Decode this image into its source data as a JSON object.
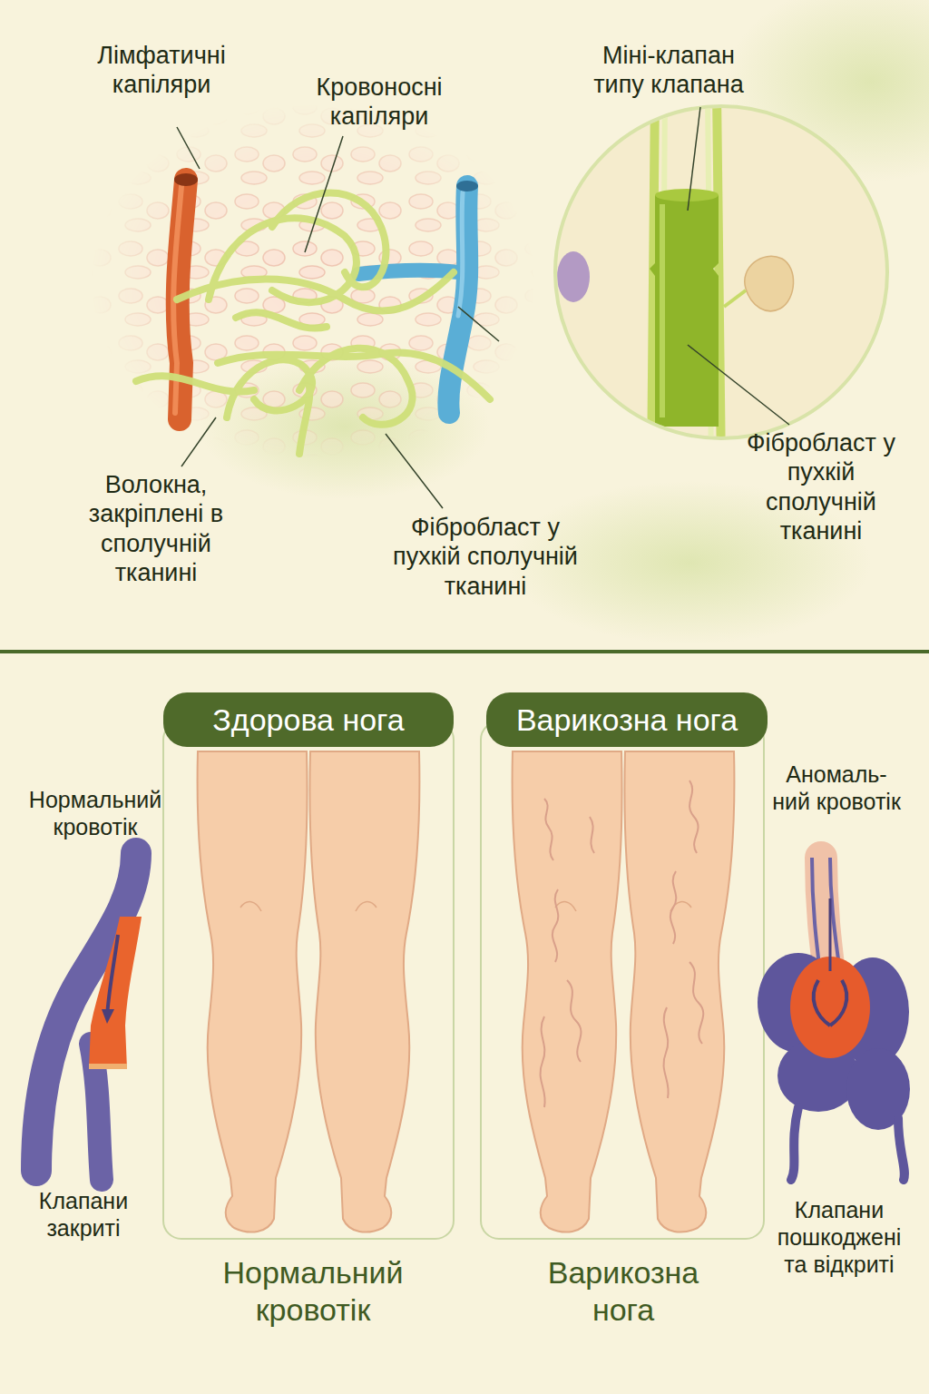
{
  "diagram": {
    "nodes": [
      {
        "text": [
          "Здорова нога"
        ]
      },
      {
        "text": [
          "Варикозна нога"
        ]
      }
    ],
    "labels": [
      "Лімфатичні капіляри",
      "Кровоносні капіляри",
      "Міні-клапан типу клапана",
      "Волокна, закріплені в сполучній тканині",
      "Фібробласт у пухкій сполучній тканині",
      "Фібробласт у пухкій сполучній тканині",
      "Нормальний кровотік",
      "Клапани закриті",
      "Аномаль- ний кровотік",
      "Клапани пошкоджені та відкриті",
      "Нормальний кровотік",
      "Варикозна нога"
    ]
  }
}
